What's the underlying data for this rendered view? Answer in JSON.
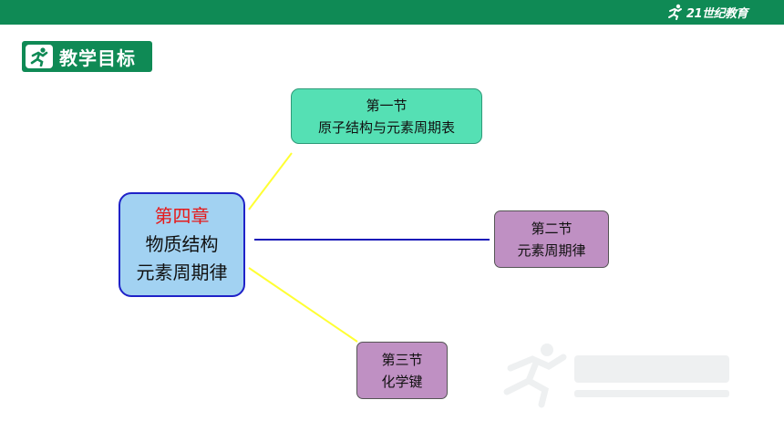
{
  "header": {
    "brand_text": "21世纪教育",
    "title": "教学目标"
  },
  "diagram": {
    "center": {
      "chapter": "第四章",
      "line1": "物质结构",
      "line2": "元素周期律"
    },
    "sections": [
      {
        "number": "第一节",
        "title": "原子结构与元素周期表",
        "color": "#55e0b4"
      },
      {
        "number": "第二节",
        "title": "元素周期律",
        "color": "#bf90c3"
      },
      {
        "number": "第三节",
        "title": "化学键",
        "color": "#bf90c3"
      }
    ],
    "connector_colors": {
      "section1": "#ffff33",
      "section2": "#1a1ab8",
      "section3": "#ffff33"
    }
  },
  "colors": {
    "brand_green": "#0f8a55",
    "chapter_red": "#e61a1a"
  },
  "icons": [
    "runner-logo-icon",
    "runner-badge-icon"
  ]
}
